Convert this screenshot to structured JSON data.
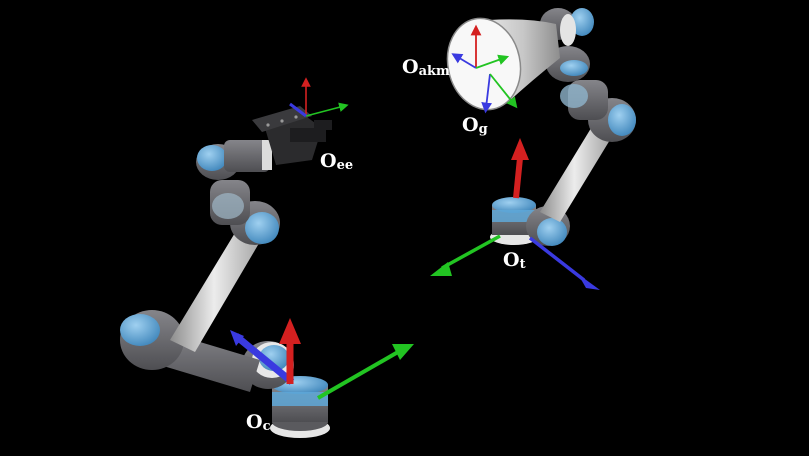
{
  "figure": {
    "frames": [
      {
        "id": "oee",
        "main": "O",
        "sub": "ee"
      },
      {
        "id": "oakm",
        "main": "O",
        "sub": "akm"
      },
      {
        "id": "og",
        "main": "O",
        "sub": "g"
      },
      {
        "id": "ot",
        "main": "O",
        "sub": "t"
      },
      {
        "id": "oc",
        "main": "O",
        "sub": "c"
      }
    ]
  },
  "colors": {
    "background": "#000000",
    "axis_x": "#d42020",
    "axis_y": "#22c422",
    "axis_z": "#3a3ae0",
    "joint_blue": "#5fa8d8",
    "link_gray": "#c8c8c8",
    "joint_gray": "#6f6f73",
    "gripper": "#2a2a2a"
  }
}
